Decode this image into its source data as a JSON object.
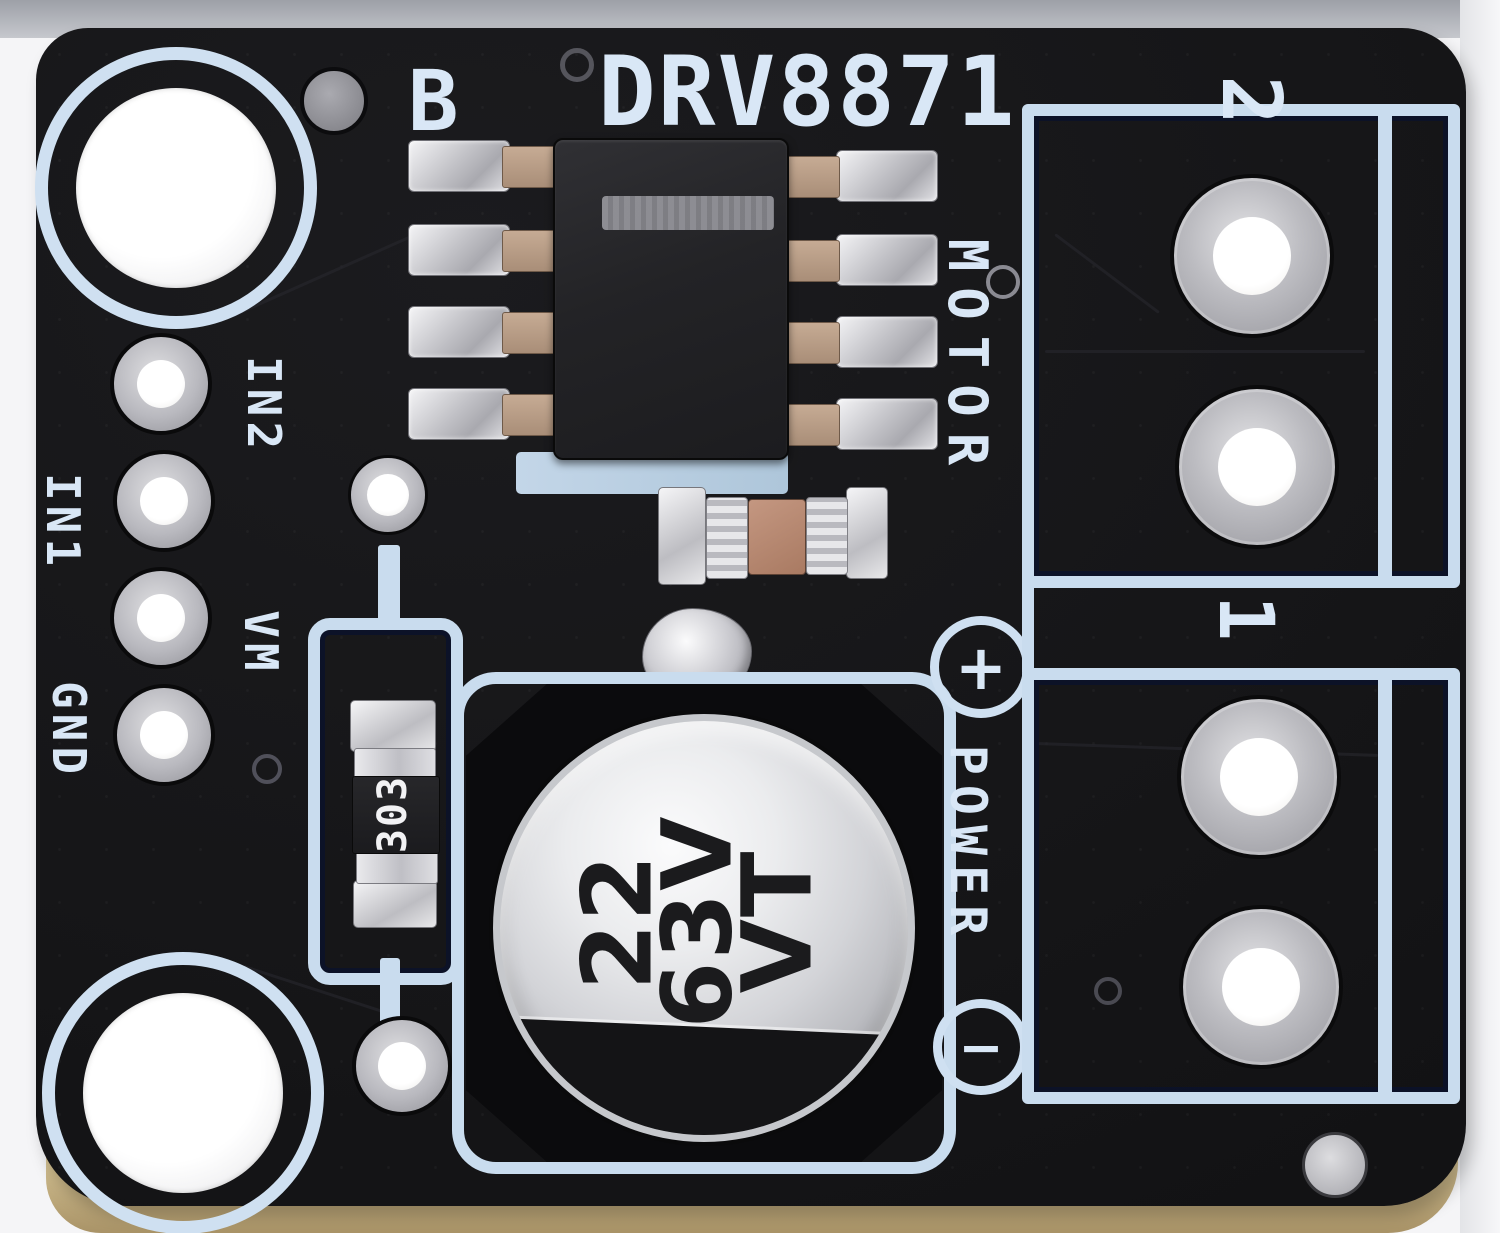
{
  "board": {
    "silkscreen": {
      "revision": "B",
      "part_number": "DRV8871",
      "motor_label": "MOTOR",
      "power_label": "POWER",
      "terminal_2_label": "2",
      "terminal_1_label": "1",
      "polarity_plus": "+",
      "polarity_minus": "−",
      "pins": [
        {
          "label": "IN2"
        },
        {
          "label": "IN1"
        },
        {
          "label": "VM"
        },
        {
          "label": "GND"
        }
      ]
    },
    "component_markings": {
      "resistor": "303",
      "capacitor_lines": [
        "22",
        "63V",
        "VT"
      ]
    },
    "colors": {
      "pcb_black": "#151517",
      "silkscreen_blue_white": "#d9e7f6",
      "pad_silver": "#bcbcc1",
      "hole_white": "#ffffff",
      "copper_pin": "#b79b85",
      "ceramic_tan": "#b5846b",
      "board_edge_tan": "#c8b184",
      "backdrop_gray": "#a9abb2"
    }
  }
}
